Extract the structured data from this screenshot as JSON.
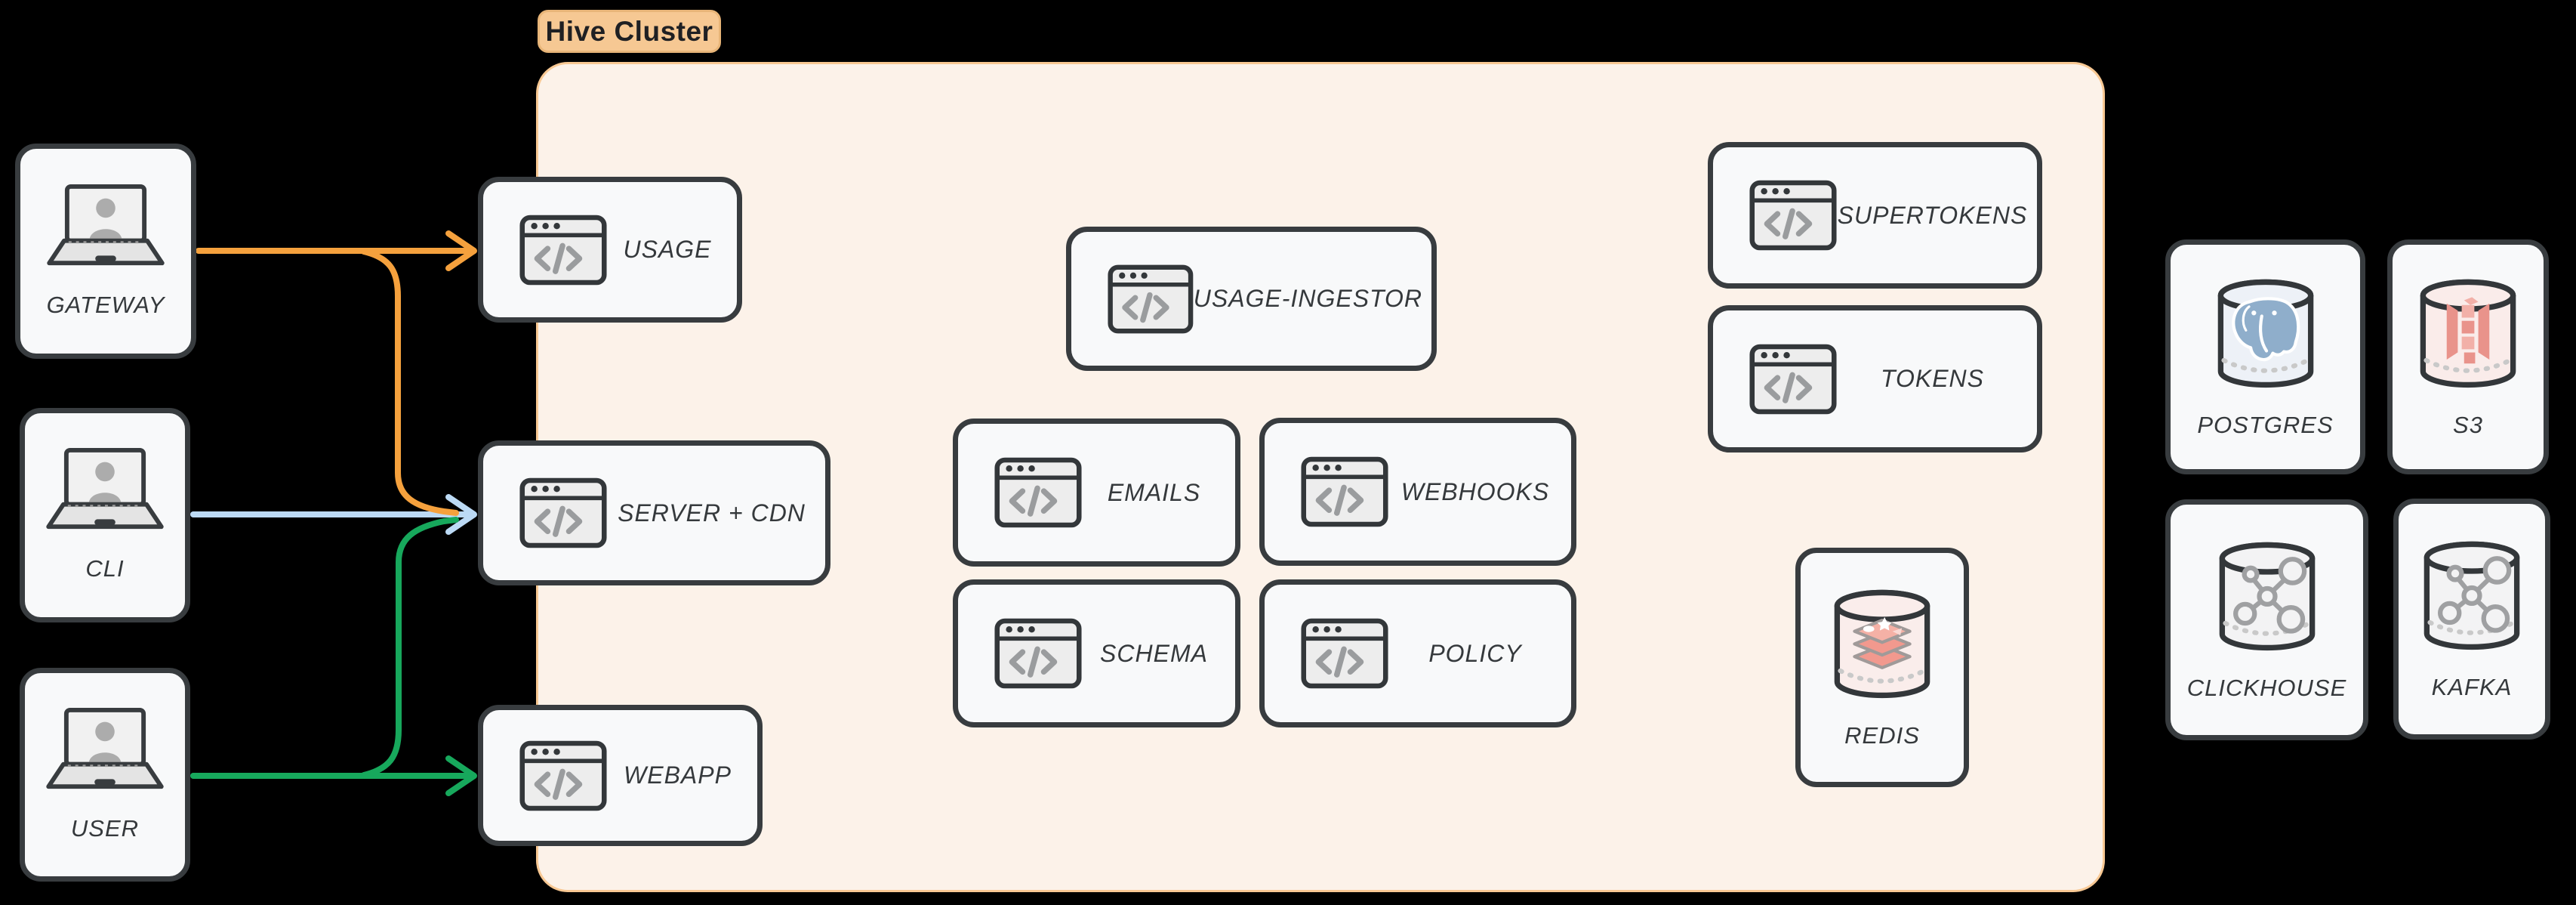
{
  "canvas": {
    "background": "#000000"
  },
  "cluster": {
    "label": "Hive Cluster",
    "label_bg": "#F6C893",
    "fill": "#FCF2E9",
    "border": "#F8C893"
  },
  "colors": {
    "node_border": "#383C3F",
    "node_fill": "#F8F9FA",
    "arrow_gateway": "#F5A13D",
    "arrow_cli": "#BCDAF5",
    "arrow_user": "#17A85C",
    "code_glyph_gray": "#9A9C9E",
    "redis_pink": "#F2998E",
    "postgres_blue": "#8FAECB",
    "s3_salmon": "#E9938B"
  },
  "actors": {
    "gateway": {
      "label": "GATEWAY",
      "icon": "laptop-user-icon"
    },
    "cli": {
      "label": "CLI",
      "icon": "laptop-user-icon"
    },
    "user": {
      "label": "USER",
      "icon": "laptop-user-icon"
    }
  },
  "services": {
    "usage": {
      "label": "USAGE",
      "icon": "code-window-icon"
    },
    "server_cdn": {
      "label": "SERVER + CDN",
      "icon": "code-window-icon"
    },
    "webapp": {
      "label": "WEBAPP",
      "icon": "code-window-icon"
    },
    "usage_ingestor": {
      "label": "USAGE-INGESTOR",
      "icon": "code-window-icon"
    },
    "emails": {
      "label": "EMAILS",
      "icon": "code-window-icon"
    },
    "webhooks": {
      "label": "WEBHOOKS",
      "icon": "code-window-icon"
    },
    "schema": {
      "label": "SCHEMA",
      "icon": "code-window-icon"
    },
    "policy": {
      "label": "POLICY",
      "icon": "code-window-icon"
    },
    "supertokens": {
      "label": "SUPERTOKENS",
      "icon": "code-window-icon"
    },
    "tokens": {
      "label": "TOKENS",
      "icon": "code-window-icon"
    },
    "redis": {
      "label": "REDIS",
      "icon": "redis-database-icon"
    }
  },
  "datastores": {
    "postgres": {
      "label": "POSTGRES",
      "icon": "postgres-database-icon"
    },
    "s3": {
      "label": "S3",
      "icon": "s3-database-icon"
    },
    "clickhouse": {
      "label": "CLICKHOUSE",
      "icon": "graph-database-icon"
    },
    "kafka": {
      "label": "KAFKA",
      "icon": "graph-database-icon"
    }
  },
  "edges": [
    {
      "from": "GATEWAY",
      "to": "USAGE",
      "color": "#F5A13D"
    },
    {
      "from": "GATEWAY",
      "to": "SERVER + CDN",
      "color": "#F5A13D"
    },
    {
      "from": "CLI",
      "to": "SERVER + CDN",
      "color": "#BCDAF5"
    },
    {
      "from": "USER",
      "to": "SERVER + CDN",
      "color": "#17A85C"
    },
    {
      "from": "USER",
      "to": "WEBAPP",
      "color": "#17A85C"
    }
  ]
}
